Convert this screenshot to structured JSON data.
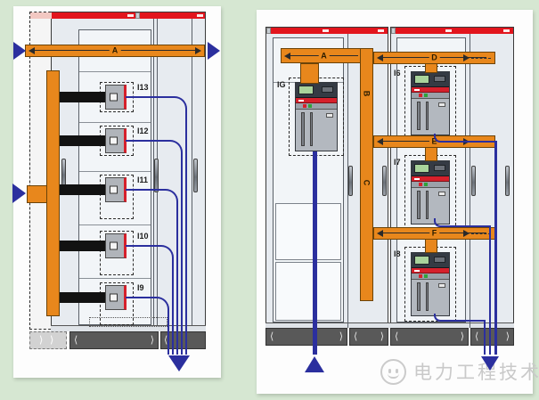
{
  "colors": {
    "background": "#d6e7d2",
    "busbar_orange": "#e8871c",
    "wire_blue": "#2b2f9e",
    "cabinet_red_strip": "#e2151d",
    "plinth_dark": "#595959",
    "watermark_gray": "#c9c9c9"
  },
  "left_panel": {
    "busbar_label": "A",
    "feeders": [
      {
        "label": "I13"
      },
      {
        "label": "I12"
      },
      {
        "label": "I11"
      },
      {
        "label": "I10"
      },
      {
        "label": "I9"
      }
    ]
  },
  "right_panel": {
    "main_busbar_label": "A",
    "riser_labels": {
      "upper": "B",
      "lower": "C"
    },
    "branch_labels": [
      "D",
      "E",
      "F"
    ],
    "incomer_breaker": {
      "label": "IG"
    },
    "feeder_breakers": [
      {
        "label": "I6"
      },
      {
        "label": "I7"
      },
      {
        "label": "I8"
      }
    ]
  },
  "watermark": {
    "text": "电力工程技术",
    "icon": "wechat-smiley"
  }
}
